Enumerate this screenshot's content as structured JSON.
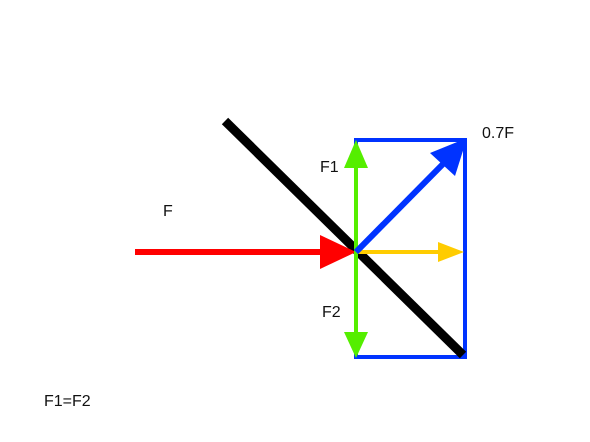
{
  "diagram": {
    "labels": {
      "force": "F",
      "component_1": "F1",
      "component_2": "F2",
      "resultant": "0.7F",
      "equation": "F1=F2"
    },
    "colors": {
      "surface": "#000000",
      "incident_force": "#ff0000",
      "components": "#55ee00",
      "resultant": "#0033ff",
      "parallelogram": "#0033ff",
      "transmitted": "#ffcc00"
    }
  }
}
